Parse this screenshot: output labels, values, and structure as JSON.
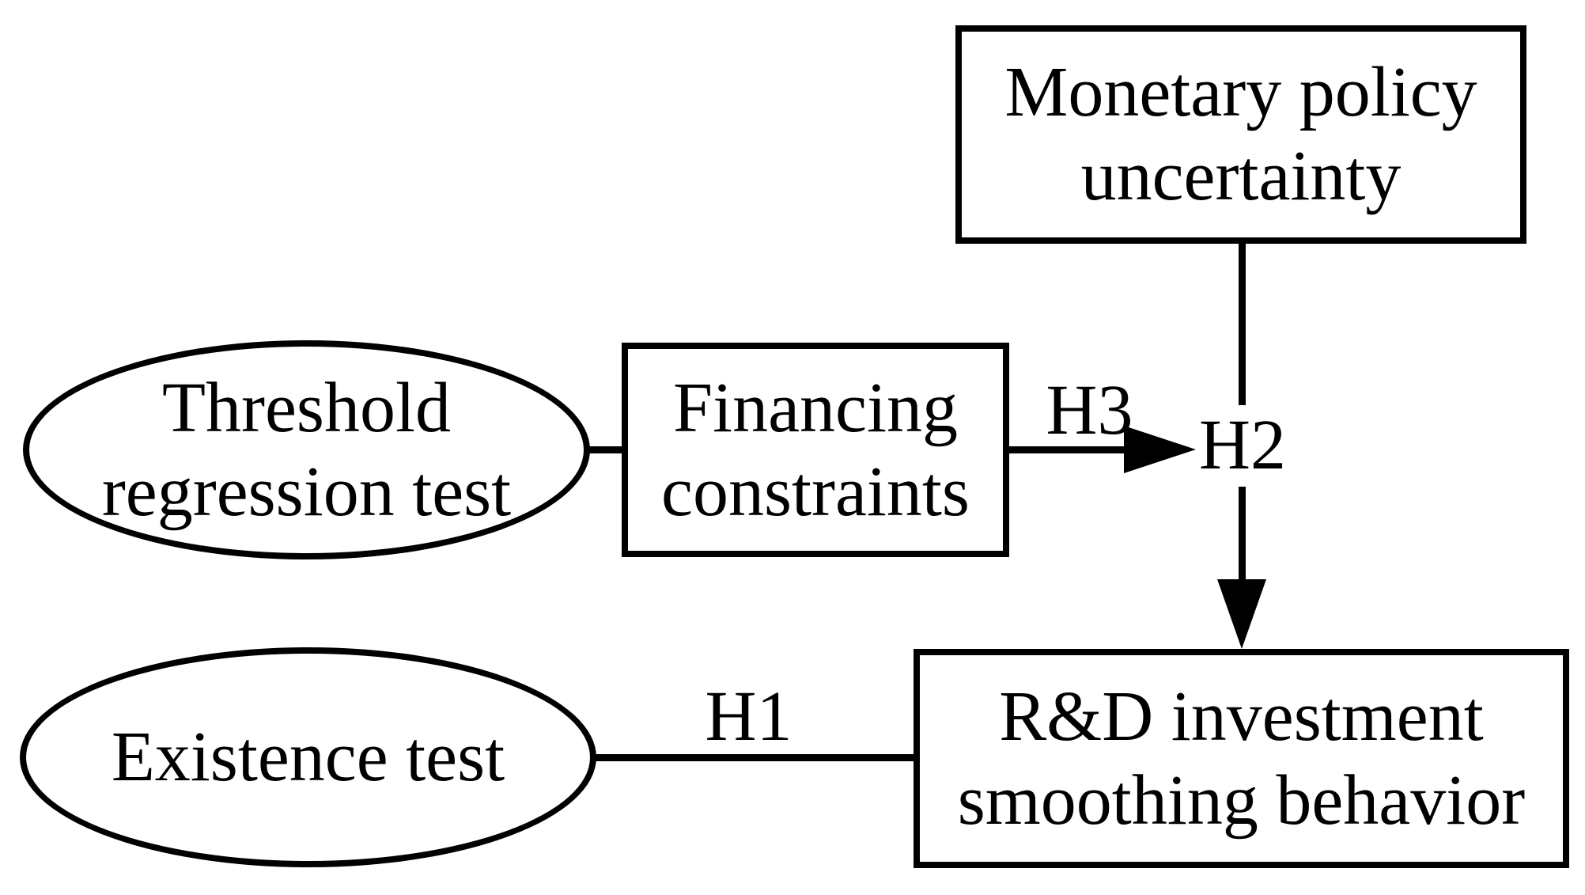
{
  "diagram": {
    "background_color": "#ffffff",
    "line_color": "#000000",
    "nodes": {
      "monetary_policy": {
        "shape": "rect",
        "line1": "Monetary policy",
        "line2": "uncertainty"
      },
      "threshold": {
        "shape": "ellipse",
        "line1": "Threshold",
        "line2": "regression test"
      },
      "financing": {
        "shape": "rect",
        "line1": "Financing",
        "line2": "constraints"
      },
      "existence": {
        "shape": "ellipse",
        "label": "Existence test"
      },
      "rnd": {
        "shape": "rect",
        "line1": "R&D investment",
        "line2": "smoothing behavior"
      }
    },
    "edges": {
      "h1": {
        "label": "H1",
        "from": "existence",
        "to": "rnd",
        "style": "plain-line"
      },
      "h2": {
        "label": "H2",
        "from": "monetary_policy",
        "to": "rnd",
        "style": "arrow-down"
      },
      "h3": {
        "label": "H3",
        "from": "financing",
        "to": "h2_edge",
        "style": "arrow-right"
      }
    }
  }
}
